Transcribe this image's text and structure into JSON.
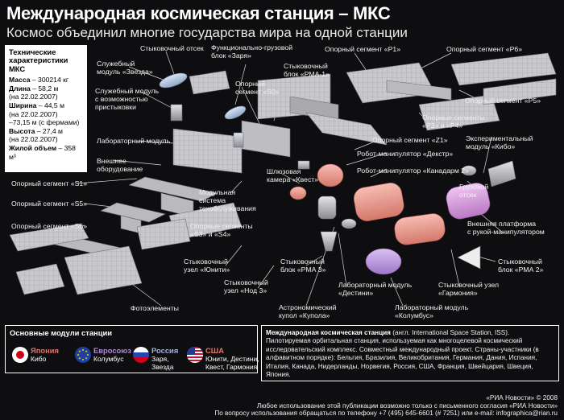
{
  "header": {
    "title": "Международная космическая станция – МКС",
    "subtitle": "Космос объединил многие государства мира на одной станции"
  },
  "specs": {
    "heading": "Технические характеристики МКС",
    "mass_label": "Масса",
    "mass_value": " – 300214 кг",
    "length_label": "Длина",
    "length_value": " – 58,2 м",
    "length_date": "(на 22.02.2007)",
    "width_label": "Ширина",
    "width_value": " – 44,5 м",
    "width_date": "(на 22.02.2007)",
    "width_trusses": "–73,15 м (с фермами)",
    "height_label": "Высота",
    "height_value": " – 27,4 м",
    "height_date": "(на 22.02.2007)",
    "volume_label": "Жилой объем",
    "volume_value": " – 358 м³"
  },
  "callouts": {
    "docking_bay": "Стыковочный отсек",
    "zvezda": "Служебный\nмодуль «Звезда»",
    "zarya": "Функционально-грузовой\nблок «Заря»",
    "pma1": "Стыковочный\nблок «РМА-1»",
    "p1": "Опорный сегмент «Р1»",
    "p6": "Опорный сегмент «Р6»",
    "service_docking": "Служебный модуль\nс возможностью\nпристыковки",
    "s0": "Опорный\nсегмент «S0»",
    "p5": "Опорный сегмент «Р5»",
    "p3p4": "Опорные сегменты\n«Р3» и «Р4»",
    "lab": "Лабораторный модуль",
    "z1": "Опорный сегмент «Z1»",
    "kibo_exp": "Экспериментальный\nмодуль «Кибо»",
    "dextre": "Робот-манипулятор «Декстр»",
    "canadarm": "Робот-манипулятор «Канадарм 2»",
    "external_equipment": "Внешнее\nоборудование",
    "quest": "Шлюзовая\nкамера «Квест»",
    "s1": "Опорный сегмент «S1»",
    "maintenance": "Модульная\nсистема\nтехобслуживания",
    "cargo": "Грузовой\nотсек",
    "s5": "Опорный сегмент «S5»",
    "s6": "Опорный сегмент «S6»",
    "s3s4": "Опорные сегменты\n«S3» и «S4»",
    "kibo_platform": "Внешняя платформа\nс рукой-манипулятором",
    "unity": "Стыковочный\nузел «Юнити»",
    "pma3": "Стыковочный\nблок «РМА 3»",
    "pma2": "Стыковочный\nблок «РМА 2»",
    "node3": "Стыковочный\nузел «Нод 3»",
    "destiny": "Лабораторный модуль\n«Дестини»",
    "harmony": "Стыковочный узел\n«Гармония»",
    "cupola": "Астрономический\nкупол «Купола»",
    "columbus": "Лабораторный модуль\n«Колумбус»",
    "solar": "Фотоэлементы"
  },
  "legend": {
    "title": "Основные модули станции",
    "agencies": [
      {
        "name": "Япония",
        "modules": "Кибо"
      },
      {
        "name": "Евросоюз",
        "modules": "Колумбус"
      },
      {
        "name": "Россия",
        "modules": "Заря,\nЗвезда"
      },
      {
        "name": "США",
        "modules": "Юнити, Дестини,\nКвест, Гармония"
      }
    ]
  },
  "description": {
    "lead": "Международная космическая станция",
    "text": " (англ. International Space Station, ISS). Пилотируемая орбитальная станция, используемая как многоцелевой космический исследовательский комплекс. Совместный международный проект. Страны-участники (в алфавитном порядке): Бельгия, Бразилия, Великобритания, Германия, Дания, Испания, Италия, Канада, Нидерланды, Норвегия, Россия, США, Франция, Швейцария, Швеция, Япония."
  },
  "footer": {
    "line1": "«РИА Новости» © 2008",
    "line2": "Любое использование этой публикации возможно только с письменного согласия «РИА Новости»",
    "line3": "По вопросу использования обращаться по телефону +7 (495) 645-6601 (# 7251) или e-mail: infographica@rian.ru"
  },
  "colors": {
    "background": "#0e0e10",
    "us_modules": "#f0a59b",
    "japan_modules": "#e3a6e6",
    "europe_modules": "#c9a6ea",
    "hardware": "#bcbcc0"
  }
}
